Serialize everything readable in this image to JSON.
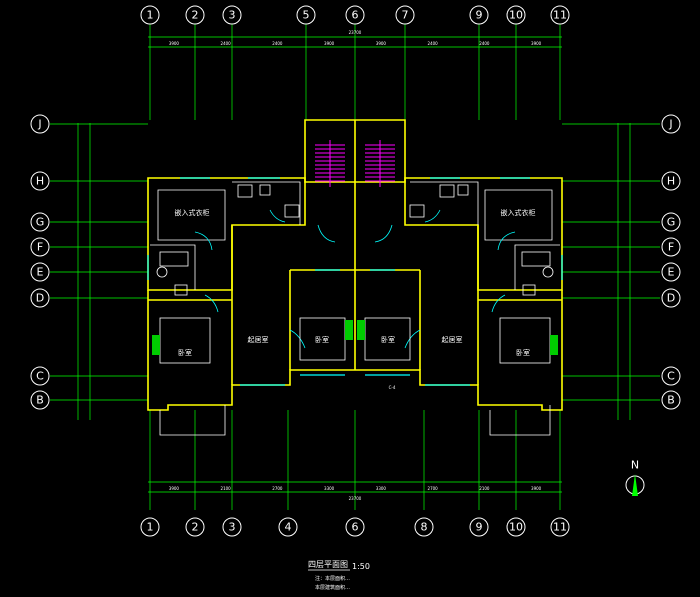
{
  "axes": {
    "top": [
      "1",
      "2",
      "3",
      "5",
      "6",
      "7",
      "9",
      "10",
      "11"
    ],
    "bottom": [
      "1",
      "2",
      "3",
      "4",
      "6",
      "8",
      "9",
      "10",
      "11"
    ],
    "rows": [
      "J",
      "H",
      "G",
      "F",
      "E",
      "D",
      "C",
      "B"
    ]
  },
  "dimensions": {
    "top_total": "23700",
    "bottom_total": "23700",
    "top_segments": [
      "3900",
      "2400",
      "2400",
      "3900",
      "3900",
      "2400",
      "2400",
      "3900"
    ],
    "bottom_segments": [
      "3900",
      "2100",
      "2700",
      "3300",
      "3300",
      "2700",
      "2100",
      "3900"
    ]
  },
  "rooms": {
    "bedroom": "卧室",
    "living": "起居室",
    "entry_cabinet": "嵌入式衣柜",
    "balcony_label": "C-4"
  },
  "north_label": "N",
  "title": {
    "main": "四层平面图",
    "scale": "1:50",
    "note1": "注：本层面积…",
    "note2": "本层建筑面积…"
  }
}
